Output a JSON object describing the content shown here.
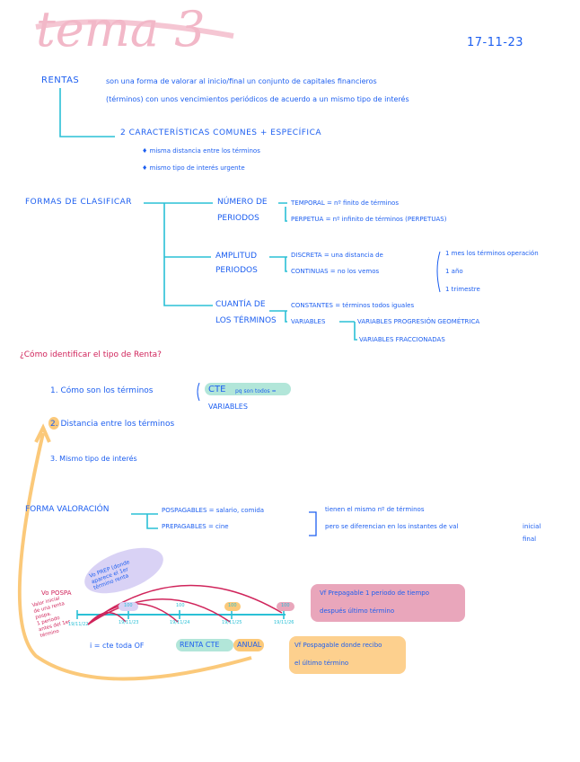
{
  "title": "tema 3",
  "date": "17-11-23",
  "rentas": {
    "label": "RENTAS",
    "def_line1": "son una forma de valorar al inicio/final  un conjunto de capitales financieros",
    "def_line2": "(términos) con unos vencimientos periódicos de acuerdo a un mismo tipo de interés",
    "characteristics": "2 CARACTERÍSTICAS COMUNES + ESPECÍFICA",
    "bullets": [
      "misma distancia entre los términos",
      "mismo tipo de interés urgente"
    ]
  },
  "clasificar": {
    "label": "FORMAS DE CLASIFICAR",
    "numero": {
      "l1": "NÚMERO DE",
      "l2": "PERIODOS",
      "temporal": "TEMPORAL = nº finito de términos",
      "perpetua": "PERPETUA = nº infinito de términos (PERPETUAS)"
    },
    "amplitud": {
      "l1": "AMPLITUD",
      "l2": "PERIODOS",
      "discreta": "DISCRETA = una distancia  de",
      "continuas": "CONTINUAS = no los vemos",
      "options": [
        "1 mes   los términos operación",
        "1 año",
        "1 trimestre"
      ]
    },
    "cuantia": {
      "l1": "CUANTÍA DE",
      "l2": "LOS TÉRMINOS",
      "constantes": "CONSTANTES = términos todos iguales",
      "variables": "VARIABLES",
      "var_geo": "VARIABLES PROGRESIÓN GEOMÉTRICA",
      "var_frac": "VARIABLES FRACCIONADAS"
    }
  },
  "identificar": {
    "question": "¿Cómo identificar el tipo de Renta?",
    "items": [
      "1. Cómo son los términos",
      "2. Distancia entre los términos",
      "3. Mismo tipo de interés"
    ],
    "cte": "CTE",
    "cte_note": "pq son todos =",
    "variables": "VARIABLES"
  },
  "valoracion": {
    "label": "FORMA VALORACIÓN",
    "pospagables": "POSPAGABLES = salario, comida",
    "prepagables": "PREPAGABLES = cine",
    "note1": "tienen el mismo nº de términos",
    "note2": "pero se diferencian en los instantes de val",
    "options": [
      "inicial",
      "final"
    ]
  },
  "timeline": {
    "vo_prep": "Vo PREP (donde aparece el 1er término renta",
    "vo_pospa": "Vo POSPA",
    "vo_pospa_note": [
      "Valor inicial",
      "de una renta",
      "pospa.",
      "1 periodo",
      "antes del 1er",
      "término"
    ],
    "amounts": [
      "100",
      "100",
      "100",
      "100"
    ],
    "dates": [
      "19/11/22",
      "19/11/23",
      "19/11/24",
      "19/11/25",
      "19/11/26"
    ],
    "i_note": "i = cte toda OF",
    "renta_cte": "RENTA CTE",
    "anual": "ANUAL",
    "vf_prep": [
      "Vf Prepagable 1 periodo de tiempo",
      "después último término"
    ],
    "vf_posp": [
      "Vf Pospagable donde recibo",
      "el último término"
    ]
  },
  "colors": {
    "blue": "#1d5ff0",
    "cyan": "#2ac0d6",
    "pink": "#d0245b",
    "orange": "#fbc97a",
    "lilac": "#d9d2f5",
    "rose": "#e9a6bb",
    "mint": "#9fe0cf"
  }
}
